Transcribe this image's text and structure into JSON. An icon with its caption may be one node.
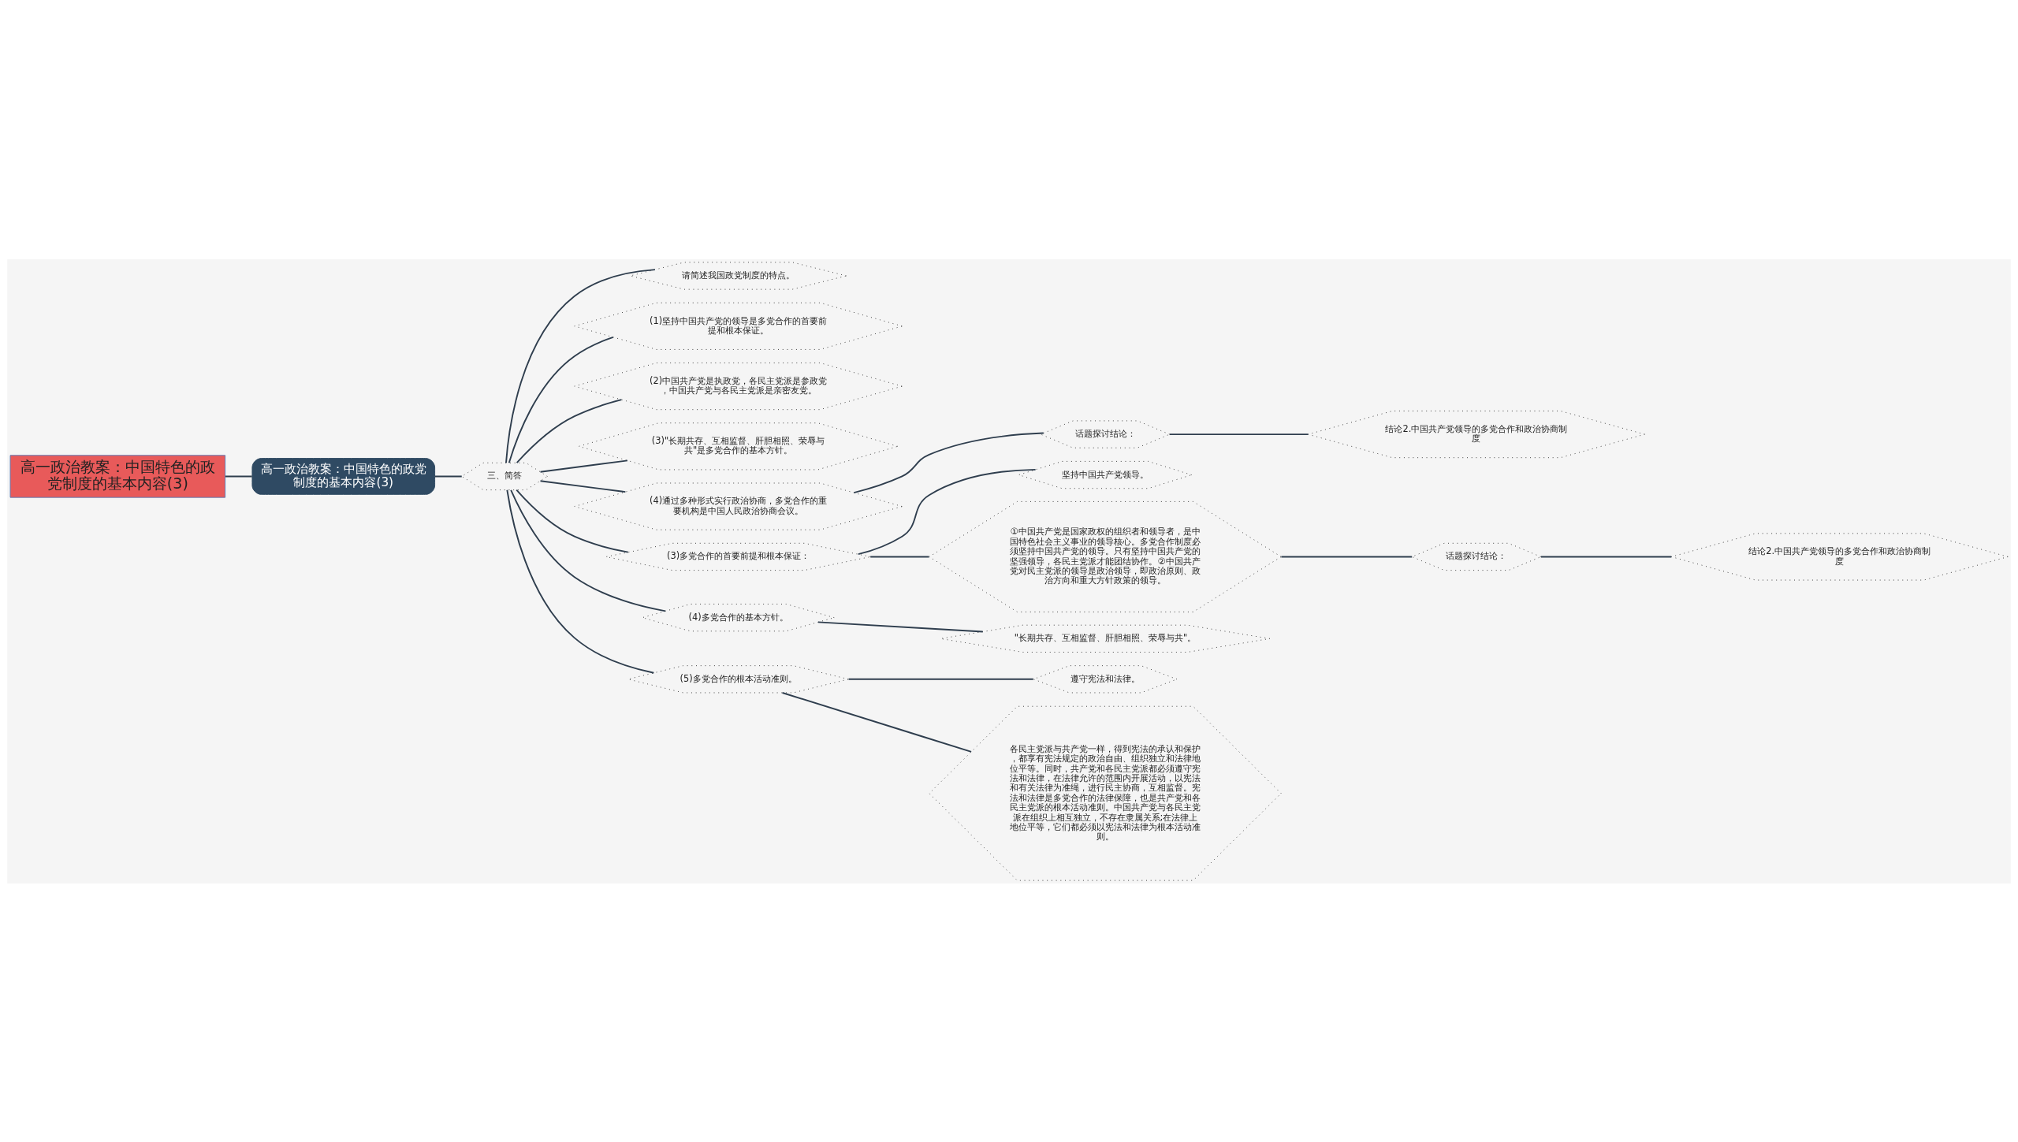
{
  "diagram": {
    "nodes": [
      {
        "text": [
          "高一政治教案：中国特色的政党制度的基本内容(3)"
        ]
      },
      {
        "text": [
          "高一政治教案：中国特色的政党制度的基本内容(3)"
        ]
      },
      {
        "text": [
          "三、简答"
        ]
      },
      {
        "text": [
          "请简述我国政党制度的特点。"
        ]
      },
      {
        "text": [
          "(1)坚持中国共产党的领导是多党合作的首要前提和根本保证。"
        ]
      },
      {
        "text": [
          "(2)中国共产党是执政党，各民主党派是参政党，中国共产党与各民主党派是亲密友党。"
        ]
      },
      {
        "text": [
          "(3)\"长期共存、互相监督、肝胆相照、荣辱与共\"是多党合作的基本方针。"
        ]
      },
      {
        "text": [
          "(4)通过多种形式实行政治协商，多党合作的重要机构是中国人民政治协商会议。"
        ]
      },
      {
        "text": [
          "话题探讨结论："
        ]
      },
      {
        "text": [
          "结论2.中国共产党领导的多党合作和政治协商制度"
        ]
      },
      {
        "text": [
          "(3)多党合作的首要前提和根本保证："
        ]
      },
      {
        "text": [
          "坚持中国共产党领导。"
        ]
      },
      {
        "text": [
          "①中国共产党是国家政权的组织者和领导者，是中国特色社会主义事业的领导核心。多党合作制度必须坚持中国共产党的领导。只有坚持中国共产党的坚强领导，各民主党派才能团结协作。②中国共产党对民主党派的领导是政治领导，即政治原则、政治方向和重大方针政策的领导。"
        ]
      },
      {
        "text": [
          "话题探讨结论："
        ]
      },
      {
        "text": [
          "结论2.中国共产党领导的多党合作和政治协商制度"
        ]
      },
      {
        "text": [
          "(4)多党合作的基本方针。"
        ]
      },
      {
        "text": [
          "\"长期共存、互相监督、肝胆相照、荣辱与共\"。"
        ]
      },
      {
        "text": [
          "(5)多党合作的根本活动准则。"
        ]
      },
      {
        "text": [
          "遵守宪法和法律。"
        ]
      },
      {
        "text": [
          "各民主党派与共产党一样，得到宪法的承认和保护，都享有宪法规定的政治自由、组织独立和法律地位平等。同时，共产党和各民主党派都必须遵守宪法和法律，在法律允许的范围内开展活动，以宪法和有关法律为准绳，进行民主协商，互相监督。宪法和法律是多党合作的法律保障，也是共产党和各民主党派的根本活动准则。中国共产党与各民主党派在组织上相互独立，不存在隶属关系;在法律上地位平等，它们都必须以宪法和法律为根本活动准则。"
        ]
      }
    ],
    "edges": [
      {
        "from": 0,
        "to": 1,
        "arrow": "none"
      },
      {
        "from": 1,
        "to": 2,
        "arrow": "none"
      },
      {
        "from": 2,
        "to": 3,
        "arrow": "none"
      },
      {
        "from": 2,
        "to": 4,
        "arrow": "none"
      },
      {
        "from": 2,
        "to": 5,
        "arrow": "none"
      },
      {
        "from": 2,
        "to": 6,
        "arrow": "none"
      },
      {
        "from": 2,
        "to": 7,
        "arrow": "none"
      },
      {
        "from": 7,
        "to": 8,
        "arrow": "none"
      },
      {
        "from": 8,
        "to": 9,
        "arrow": "none"
      },
      {
        "from": 2,
        "to": 10,
        "arrow": "none"
      },
      {
        "from": 10,
        "to": 11,
        "arrow": "none"
      },
      {
        "from": 10,
        "to": 12,
        "arrow": "none"
      },
      {
        "from": 12,
        "to": 13,
        "arrow": "none"
      },
      {
        "from": 13,
        "to": 14,
        "arrow": "none"
      },
      {
        "from": 2,
        "to": 15,
        "arrow": "none"
      },
      {
        "from": 15,
        "to": 16,
        "arrow": "none"
      },
      {
        "from": 2,
        "to": 17,
        "arrow": "none"
      },
      {
        "from": 17,
        "to": 18,
        "arrow": "none"
      },
      {
        "from": 17,
        "to": 19,
        "arrow": "none"
      }
    ]
  }
}
